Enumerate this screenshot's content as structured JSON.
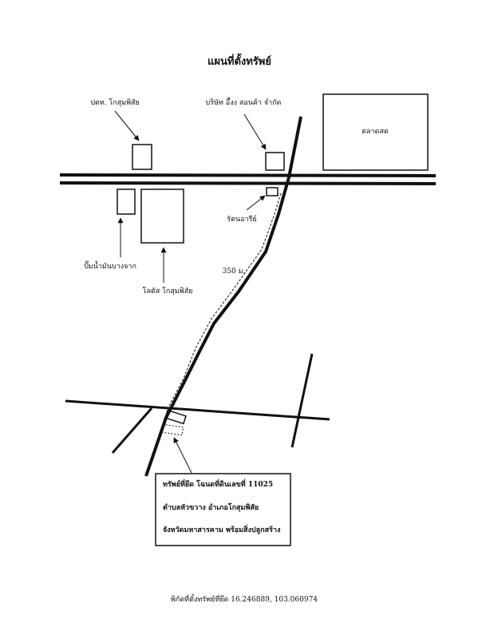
{
  "title": "แผนที่ตั้งทรัพย์",
  "landmarks": {
    "pt_station": "ปตท. โกสุมพิสัย",
    "company": "บริษัท อึ้งง สอนค้า จำกัด",
    "market": "ตลาดสด",
    "ratana": "รัตนอารีย์",
    "gas_pump": "ปั๊มน้ำมันบางจาก",
    "lotus": "โลตัส โกสุมพิสัย"
  },
  "distance_label": "350 ม.",
  "property_box": {
    "line1": "ทรัพย์ที่ยึด โฉนดที่ดินเลขที่ 11025",
    "line2": "ตำบลหัวขวาง   อำเภอโกสุมพิสัย",
    "line3": "จังหวัดมหาสารคาม  พร้อมสิ่งปลูกสร้าง"
  },
  "coordinates_note": "พิกัดที่ตั้งทรัพย์ที่ยึด 16.246889, 103.060974"
}
